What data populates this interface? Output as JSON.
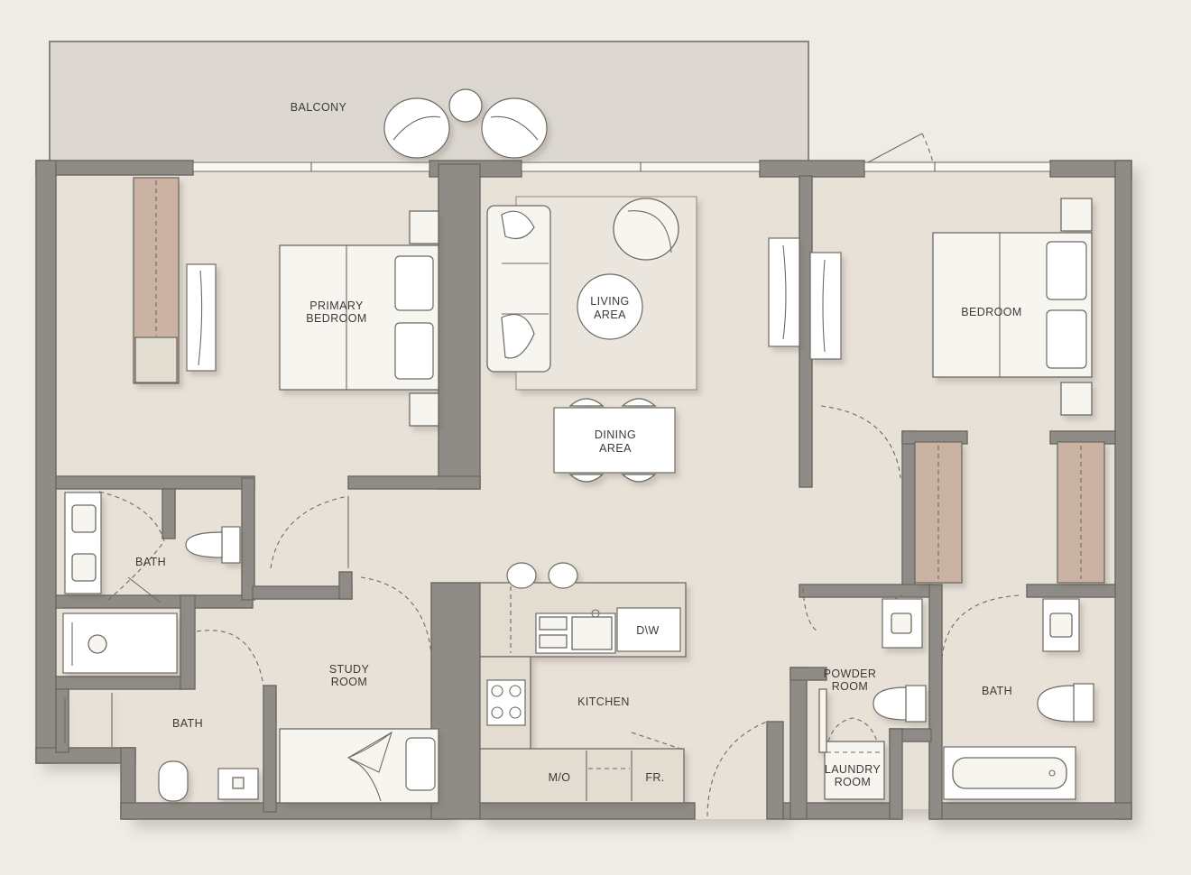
{
  "rooms": {
    "balcony": "BALCONY",
    "primary_bedroom": [
      "PRIMARY",
      "BEDROOM"
    ],
    "living_area": [
      "LIVING",
      "AREA"
    ],
    "dining_area": [
      "DINING",
      "AREA"
    ],
    "bedroom": "BEDROOM",
    "bath_primary": "BATH",
    "bath_lower_left": "BATH",
    "study_room": [
      "STUDY",
      "ROOM"
    ],
    "kitchen": "KITCHEN",
    "powder_room": [
      "POWDER",
      "ROOM"
    ],
    "laundry_room": [
      "LAUNDRY",
      "ROOM"
    ],
    "bath_right": "BATH"
  },
  "appliances": {
    "dishwasher": "D\\W",
    "microwave_oven": "M/O",
    "fridge": "FR."
  },
  "colors": {
    "background": "#efebe5",
    "floor": "#e7e1d8",
    "balcony": "#dcd8d1",
    "walls": "#8f8c87",
    "wardrobe": "#cbb3a4",
    "furniture": "#f7f5f0"
  }
}
